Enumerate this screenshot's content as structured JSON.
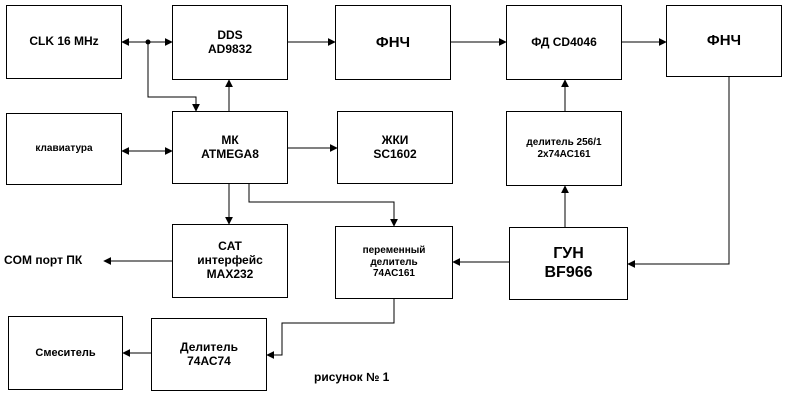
{
  "blocks": {
    "clk": {
      "line1": "CLK 16 MHz"
    },
    "dds": {
      "line1": "DDS",
      "line2": "AD9832"
    },
    "lpf1": {
      "line1": "ФНЧ"
    },
    "pd": {
      "line1": "ФД CD4046"
    },
    "lpf2": {
      "line1": "ФНЧ"
    },
    "keyboard": {
      "line1": "клавиатура"
    },
    "mcu": {
      "line1": "МК",
      "line2": "ATMEGA8"
    },
    "lcd": {
      "line1": "ЖКИ",
      "line2": "SC1602"
    },
    "div256": {
      "line1": "делитель 256/1",
      "line2": "2х74АС161"
    },
    "cat": {
      "line1": "CAT",
      "line2": "интерфейс",
      "line3": "MAX232"
    },
    "vardiv": {
      "line1": "переменный",
      "line2": "делитель",
      "line3": "74АС161"
    },
    "vco": {
      "line1": "ГУН",
      "line2": "BF966"
    },
    "mixer": {
      "line1": "Смеситель"
    },
    "div74": {
      "line1": "Делитель",
      "line2": "74АС74"
    }
  },
  "com_port_label": "COM порт ПК",
  "caption": "рисунок № 1"
}
